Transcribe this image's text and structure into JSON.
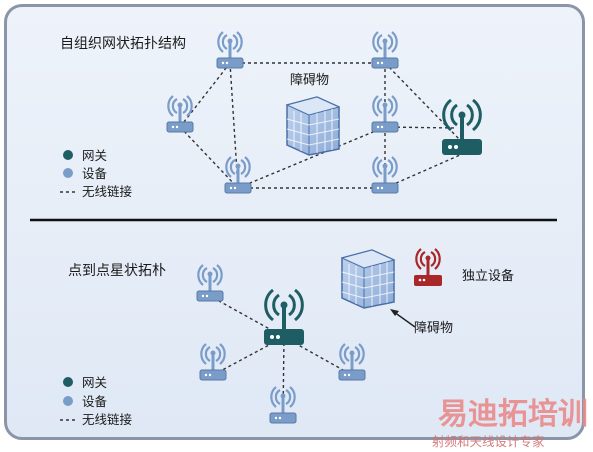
{
  "top_panel": {
    "title": "自组织网状拓扑结构",
    "obstacle_label": "障碍物",
    "legend": {
      "gateway": "网关",
      "device": "设备",
      "wireless_link": "无线链接"
    }
  },
  "bottom_panel": {
    "title": "点到点星状拓朴",
    "obstacle_label": "障碍物",
    "standalone_label": "独立设备",
    "legend": {
      "gateway": "网关",
      "device": "设备",
      "wireless_link": "无线链接"
    }
  },
  "watermark": {
    "brand": "易迪拓培训",
    "subtitle": "射频和天线设计专家"
  },
  "colors": {
    "gateway": "#1f5d64",
    "device": "#7a9cc9",
    "standalone": "#a8282a",
    "background": "#e6edf7"
  }
}
